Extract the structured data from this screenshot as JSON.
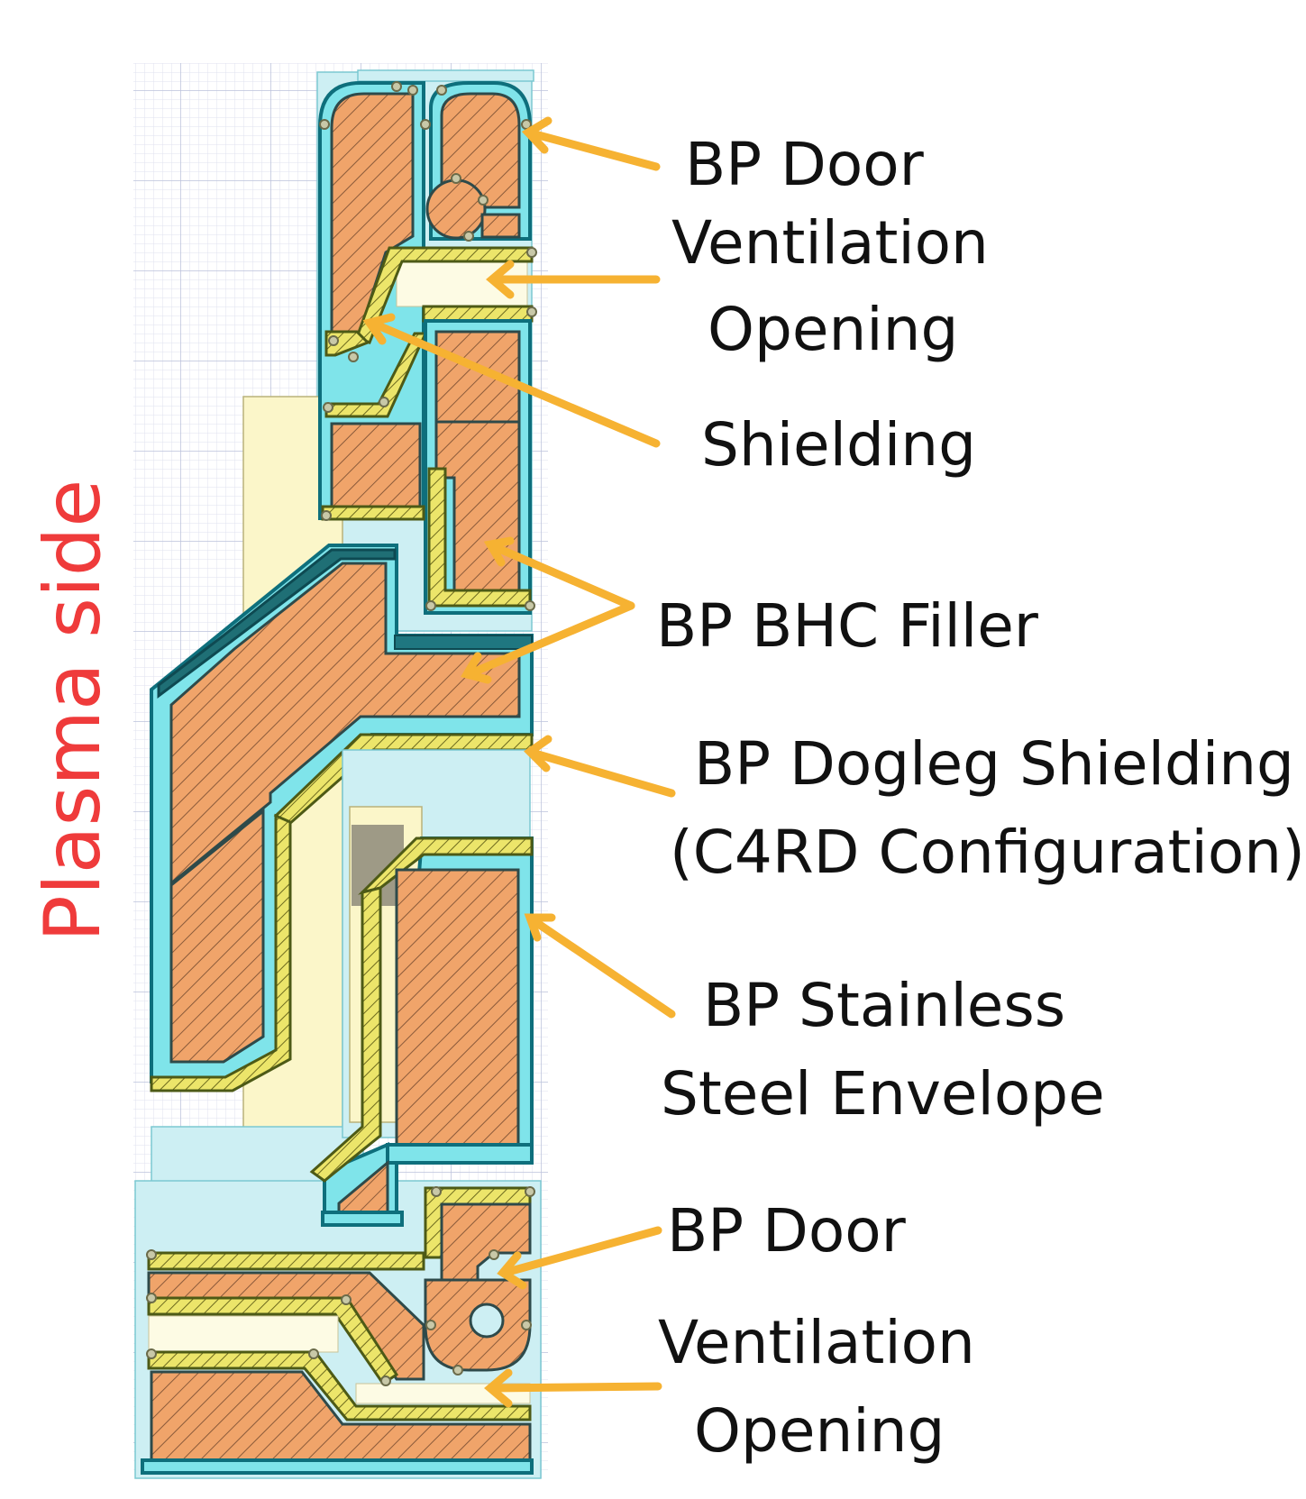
{
  "side_label": "Plasma side",
  "labels": {
    "door_top": "BP Door",
    "vent_top_1": "Ventilation",
    "vent_top_2": "Opening",
    "shielding": "Shielding",
    "bhc_filler": "BP BHC Filler",
    "dogleg_1": "BP Dogleg Shielding",
    "dogleg_2": "(C4RD Configuration)",
    "envelope_1": "BP Stainless",
    "envelope_2": "Steel Envelope",
    "door_bottom": "BP Door",
    "vent_bottom_1": "Ventilation",
    "vent_bottom_2": "Opening"
  },
  "colors": {
    "arrow": "#f6b232",
    "side_label": "#ef3b3b",
    "copper": "#f0a46a",
    "shielding": "#e9e36b",
    "steel": "#7fe4ea",
    "grid": "#d9dcec"
  }
}
